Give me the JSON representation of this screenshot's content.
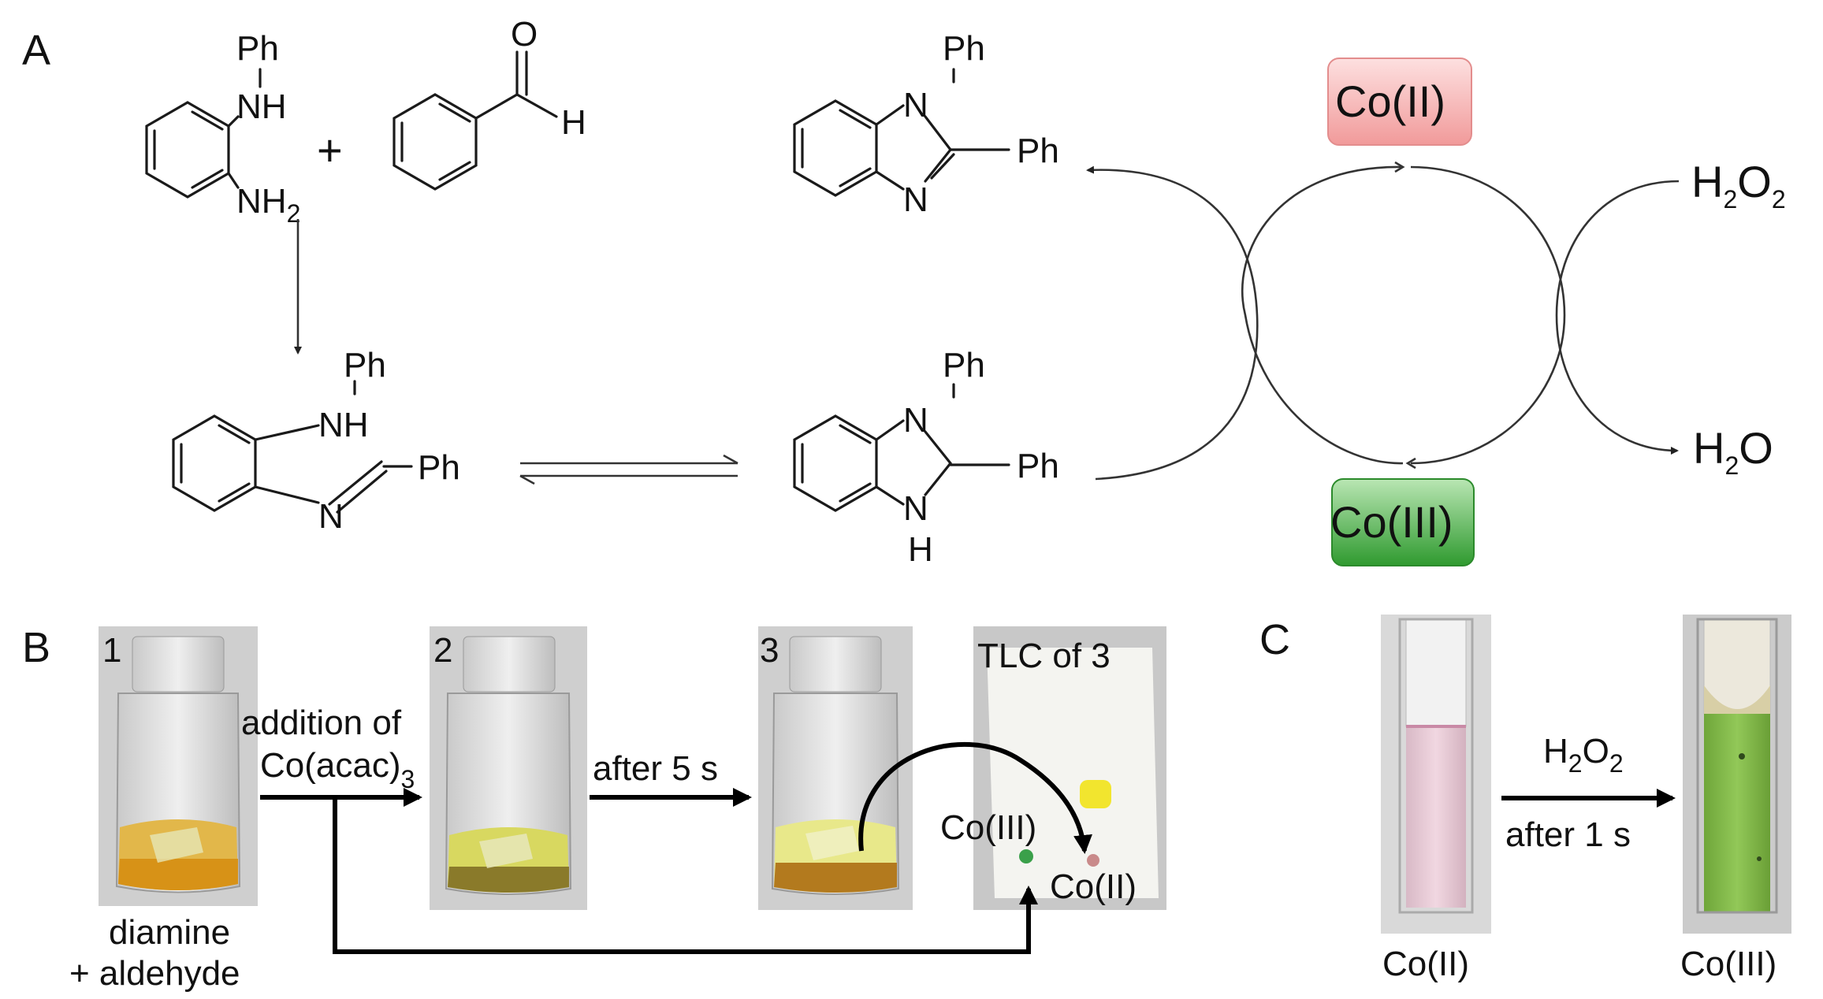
{
  "panel_labels": {
    "a": "A",
    "b": "B",
    "c": "C"
  },
  "scheme": {
    "reactant1": {
      "nh": "NH",
      "ph": "Ph",
      "nh2": "NH",
      "nh2_sub": "2"
    },
    "plus": "+",
    "reactant2": {
      "o": "O",
      "h": "H"
    },
    "intermediate": {
      "nh": "NH",
      "ph": "Ph",
      "n": "N",
      "chph": "Ph"
    },
    "dihydro": {
      "n": "N",
      "ph": "Ph",
      "ph2": "Ph",
      "nh": "N",
      "h": "H"
    },
    "product": {
      "n1": "N",
      "ph": "Ph",
      "ph2": "Ph",
      "n3": "N"
    },
    "co_top": "Co(II)",
    "co_bottom": "Co(III)",
    "co_top_color": "#f4a9a9",
    "co_bottom_color": "#3aa33a",
    "h2o2": "H",
    "h2o2_sub": "2",
    "h2o2_o": "O",
    "h2o2_sub2": "2",
    "h2o": "H",
    "h2o_sub": "2",
    "h2o_o": "O"
  },
  "panel_b": {
    "vial_numbers": [
      "1",
      "2",
      "3"
    ],
    "step1_line1": "addition of",
    "step1_line2": "Co(acac)",
    "step1_sub": "3",
    "step2": "after 5 s",
    "tlc_title": "TLC of 3",
    "spot_label_green": "Co(III)",
    "spot_label_red": "Co(II)",
    "caption1": "diamine",
    "caption2": "+ aldehyde"
  },
  "panel_c": {
    "reagent": "H",
    "reagent_sub": "2",
    "reagent_o": "O",
    "reagent_sub2": "2",
    "time": "after 1 s",
    "caption_left": "Co(II)",
    "caption_right": "Co(III)",
    "left_color": "#e8c4d2",
    "right_color": "#86c04a"
  }
}
